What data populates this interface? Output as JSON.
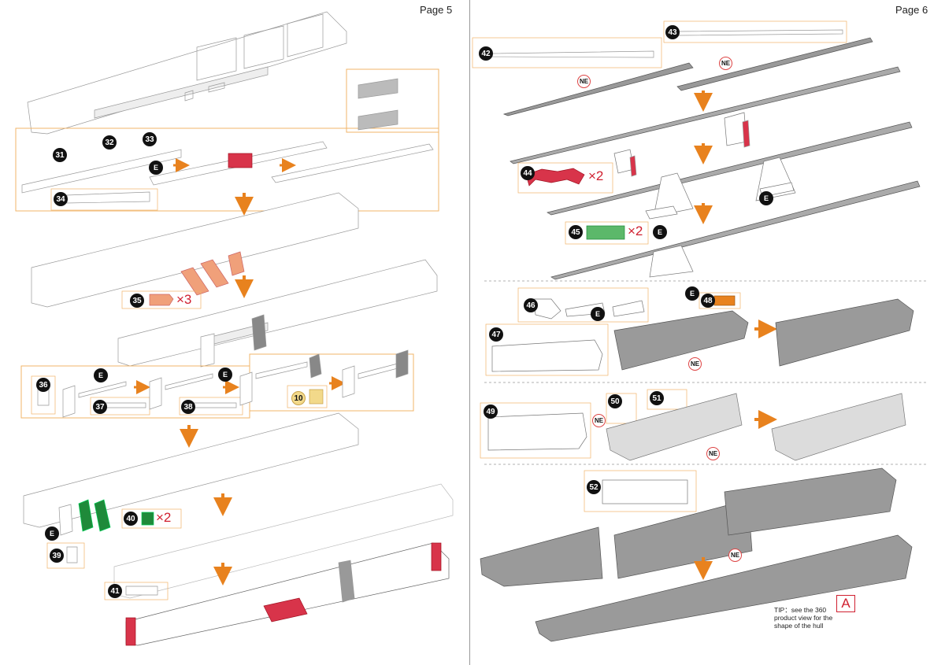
{
  "pages": {
    "left": "Page 5",
    "right": "Page 6"
  },
  "steps": {
    "s31": "31",
    "s32": "32",
    "s33": "33",
    "s34": "34",
    "s35": "35",
    "s36": "36",
    "s37": "37",
    "s38": "38",
    "s10": "10",
    "s39": "39",
    "s40": "40",
    "s41": "41",
    "s42": "42",
    "s43": "43",
    "s44": "44",
    "s45": "45",
    "s46": "46",
    "s47": "47",
    "s48": "48",
    "s49": "49",
    "s50": "50",
    "s51": "51",
    "s52": "52"
  },
  "quantities": {
    "q35": "×3",
    "q40": "×2",
    "q44": "×2",
    "q45": "×2"
  },
  "marks": {
    "E": "E",
    "NE": "NE"
  },
  "tip": {
    "line1": "TIP：see the 360",
    "line2": "product view for the",
    "line3": "shape of the hull"
  },
  "tip_badge": "A",
  "colors": {
    "accent_orange": "#e8821e",
    "frame_orange": "#f0b469",
    "part_red": "#d8344a",
    "part_salmon": "#f0a07a",
    "part_green": "#1f8a3a",
    "part_green_light": "#5cb86a",
    "part_yellow": "#f2d98a",
    "hull_gray": "#9a9a9a",
    "hull_light": "#dcdcdc"
  }
}
